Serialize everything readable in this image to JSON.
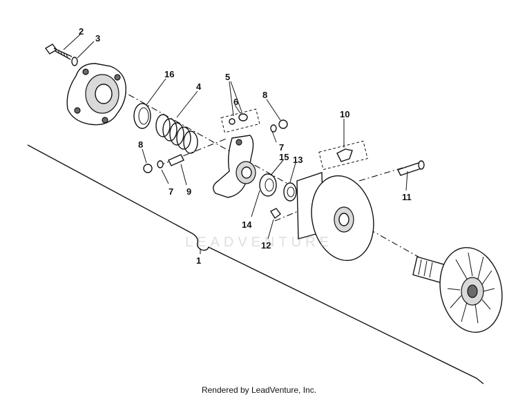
{
  "watermark": "LEADVENTURE",
  "footer": "Rendered by LeadVenture, Inc.",
  "callouts": [
    "1",
    "2",
    "3",
    "4",
    "5",
    "6",
    "7",
    "7",
    "8",
    "8",
    "9",
    "10",
    "11",
    "12",
    "13",
    "14",
    "15",
    "16"
  ]
}
